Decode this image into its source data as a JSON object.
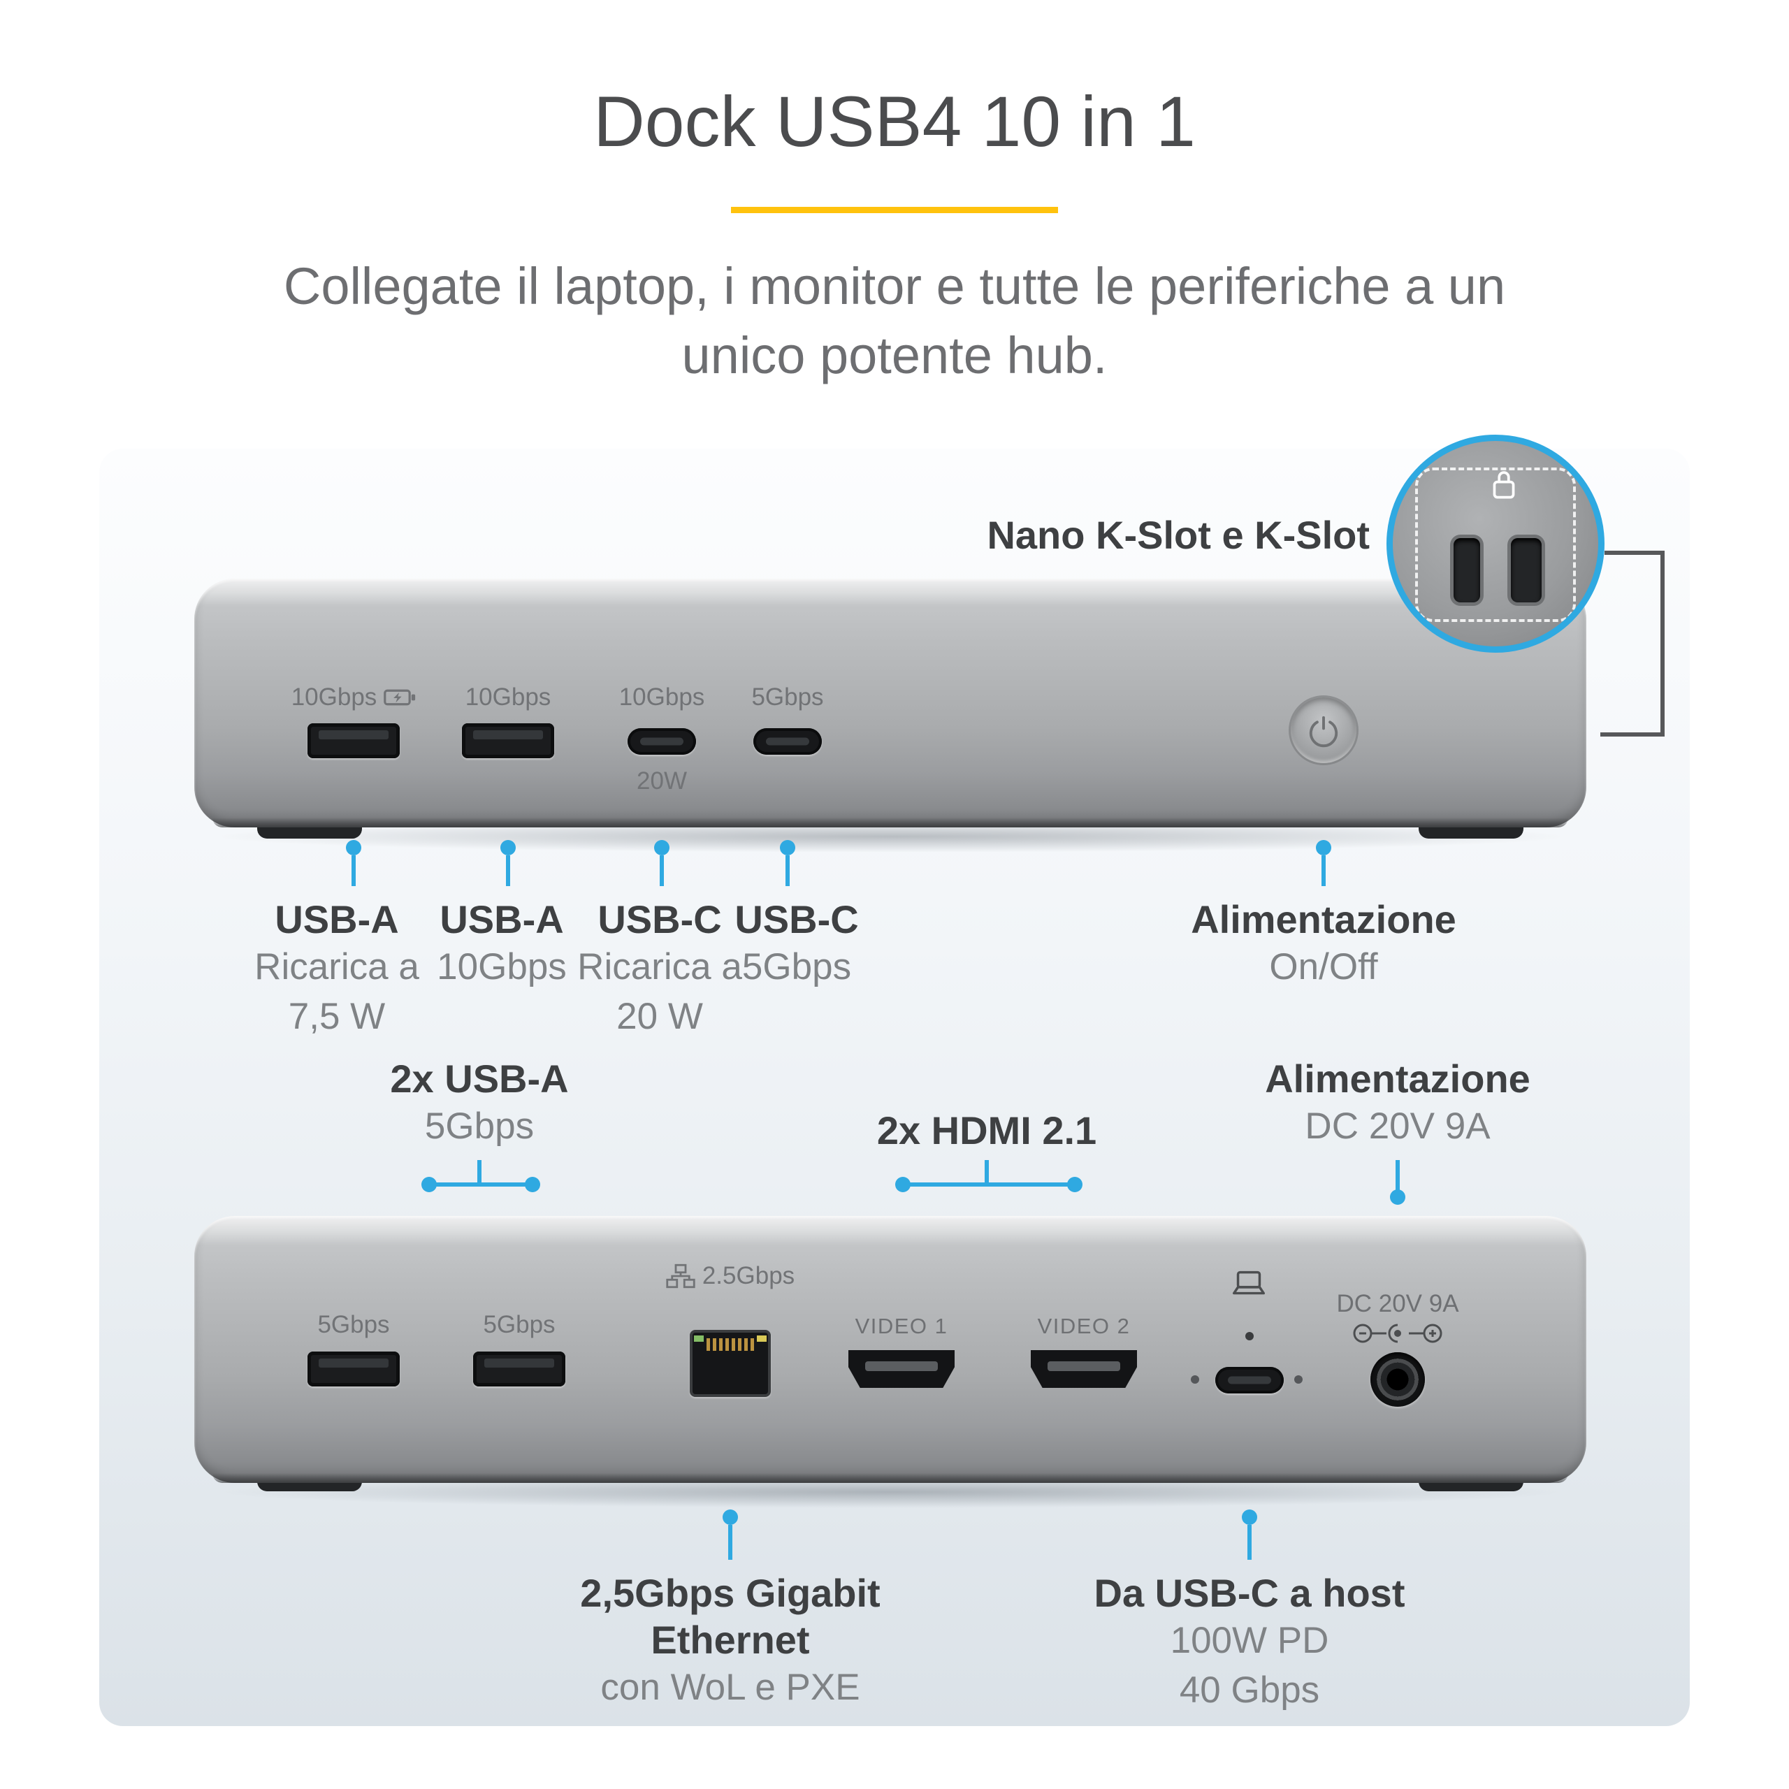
{
  "header": {
    "title": "Dock USB4 10 in 1",
    "subtitle_line1": "Collegate il laptop, i monitor e tutte le periferiche a un",
    "subtitle_line2": "unico potente hub."
  },
  "front": {
    "kslot_label": "Nano K-Slot e K-Slot",
    "port_labels": {
      "usba1": "10Gbps",
      "usba2": "10Gbps",
      "usbc1": "10Gbps",
      "usbc1_below": "20W",
      "usbc2": "5Gbps"
    },
    "callouts": [
      {
        "title": "USB-A",
        "sub1": "Ricarica a",
        "sub2": "7,5 W"
      },
      {
        "title": "USB-A",
        "sub1": "10Gbps"
      },
      {
        "title": "USB-C",
        "sub1": "Ricarica a",
        "sub2": "20 W"
      },
      {
        "title": "USB-C",
        "sub1": "5Gbps"
      },
      {
        "title": "Alimentazione",
        "sub1": "On/Off"
      }
    ]
  },
  "back": {
    "callouts_top": [
      {
        "title": "2x USB-A",
        "sub1": "5Gbps"
      },
      {
        "title": "2x HDMI 2.1"
      },
      {
        "title": "Alimentazione",
        "sub1": "DC 20V 9A"
      }
    ],
    "port_labels": {
      "usba1": "5Gbps",
      "usba2": "5Gbps",
      "ethernet": "2.5Gbps",
      "video1": "VIDEO 1",
      "video2": "VIDEO 2",
      "dc": "DC 20V 9A"
    },
    "callouts_bottom": [
      {
        "title": "2,5Gbps Gigabit Ethernet",
        "sub1": "con WoL e PXE"
      },
      {
        "title": "Da USB-C a host",
        "sub1": "100W PD",
        "sub2": "40 Gbps"
      }
    ]
  },
  "colors": {
    "accent_blue": "#2fa9e1",
    "accent_yellow": "#ffc20e",
    "title_gray": "#4b4c4e",
    "body_gray": "#6d6e71"
  }
}
